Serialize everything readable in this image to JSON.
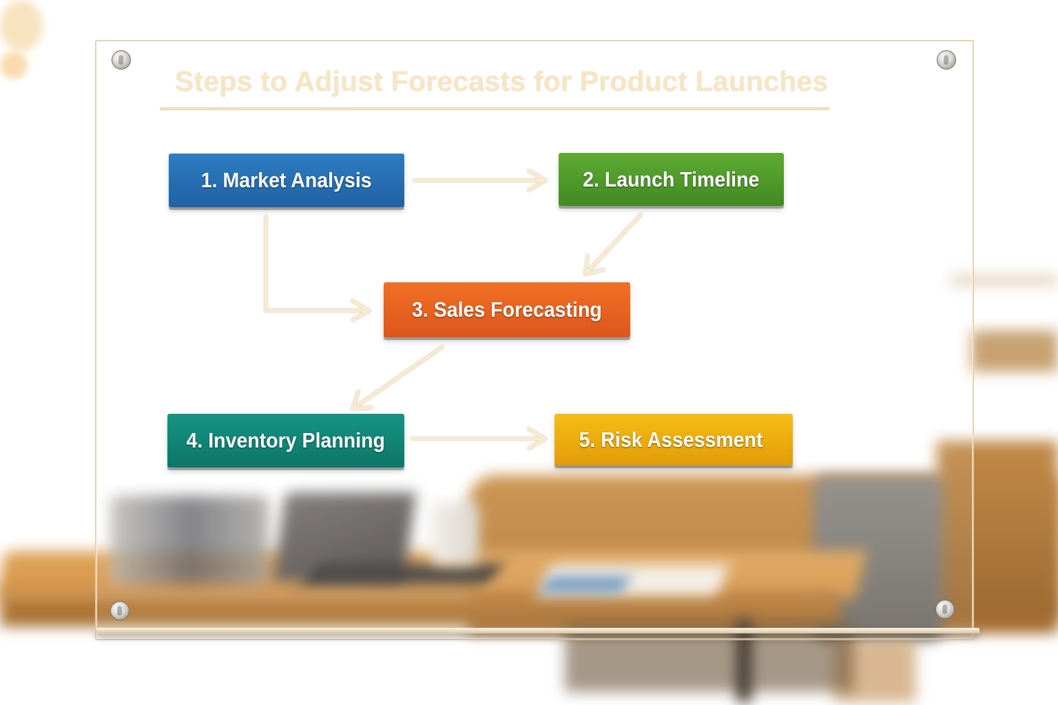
{
  "diagram": {
    "title": "Steps to Adjust Forecasts for Product Launches",
    "steps": [
      {
        "id": 1,
        "label": "1. Market Analysis",
        "color": "#2a72b8",
        "color_dark": "#1c5c98"
      },
      {
        "id": 2,
        "label": "2. Launch Timeline",
        "color": "#55a02e",
        "color_dark": "#3f8420"
      },
      {
        "id": 3,
        "label": "3. Sales Forecasting",
        "color": "#ee6a22",
        "color_dark": "#d4531a"
      },
      {
        "id": 4,
        "label": "4. Inventory Planning",
        "color": "#138a7a",
        "color_dark": "#0d7466"
      },
      {
        "id": 5,
        "label": "5. Risk Assessment",
        "color": "#f2b50e",
        "color_dark": "#e09a08"
      }
    ],
    "connections": [
      {
        "from": 1,
        "to": 2,
        "shape": "straight-right"
      },
      {
        "from": 1,
        "to": 3,
        "shape": "elbow-down-right"
      },
      {
        "from": 2,
        "to": 3,
        "shape": "diagonal-down-left"
      },
      {
        "from": 3,
        "to": 4,
        "shape": "diagonal-down-left"
      },
      {
        "from": 4,
        "to": 5,
        "shape": "straight-right"
      }
    ],
    "arrow_color": "#f6ead2",
    "title_color": "#faeccd"
  }
}
